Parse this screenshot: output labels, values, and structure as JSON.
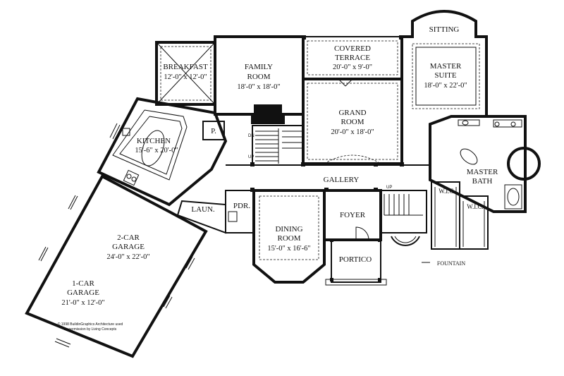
{
  "rooms": {
    "breakfast": {
      "name": "BREAKFAST",
      "dims": "12'-0\" x 12'-0\""
    },
    "family": {
      "name1": "FAMILY",
      "name2": "ROOM",
      "dims": "18'-0\" x 18'-0\""
    },
    "covered_terrace": {
      "name1": "COVERED",
      "name2": "TERRACE",
      "dims": "20'-0\" x 9'-0\""
    },
    "sitting": {
      "name": "SITTING"
    },
    "master_suite": {
      "name1": "MASTER",
      "name2": "SUITE",
      "dims": "18'-0\" x 22'-0\""
    },
    "grand": {
      "name1": "GRAND",
      "name2": "ROOM",
      "dims": "20'-0\" x 18'-0\""
    },
    "kitchen": {
      "name": "KITCHEN",
      "dims": "15'-6\" x 20'-0\""
    },
    "pantry": {
      "name": "P."
    },
    "gallery": {
      "name": "GALLERY"
    },
    "master_bath": {
      "name1": "MASTER",
      "name2": "BATH"
    },
    "wic1": {
      "name": "W.I.C."
    },
    "wic2": {
      "name": "W.I.C."
    },
    "laundry": {
      "name": "LAUN."
    },
    "powder": {
      "name": "PDR."
    },
    "dining": {
      "name1": "DINING",
      "name2": "ROOM",
      "dims": "15'-0\" x 16'-6\""
    },
    "foyer": {
      "name": "FOYER"
    },
    "portico": {
      "name": "PORTICO"
    },
    "garage2": {
      "name": "2-CAR",
      "name2": "GARAGE",
      "dims": "24'-0\" x 22'-0\""
    },
    "garage1": {
      "name": "1-CAR",
      "name2": "GARAGE",
      "dims": "21'-0\" x 12'-0\""
    }
  },
  "annotations": {
    "fountain": "FOUNTAIN",
    "stair_dn": "DN",
    "stair_up1": "UP",
    "stair_up2": "UP",
    "copyright1": "© 1998 BuildinGraphics Architecture used",
    "copyright2": "by permission by Living Concepts"
  }
}
